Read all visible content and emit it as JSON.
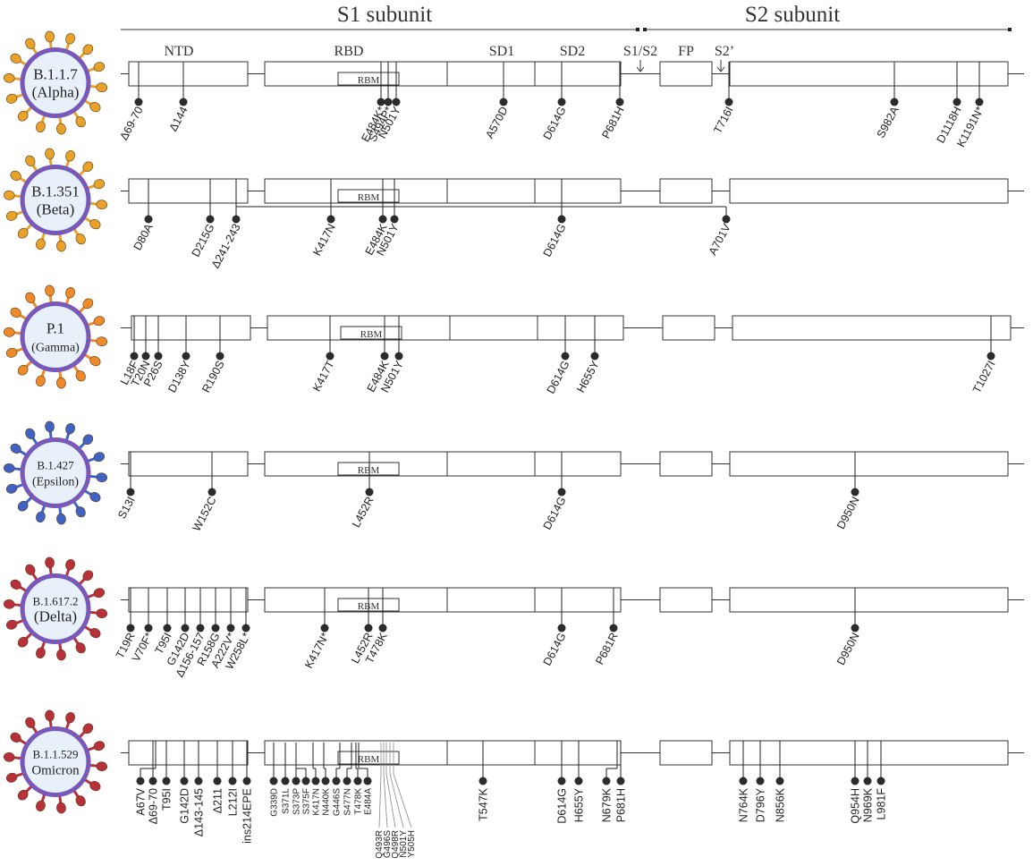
{
  "header": {
    "s1_label": "S1 subunit",
    "s2_label": "S2 subunit",
    "domain_labels": [
      "NTD",
      "RBD",
      "SD1",
      "SD2",
      "S1/S2",
      "FP",
      "S2’"
    ],
    "rbm_label": "RBM"
  },
  "variants": [
    {
      "lineage": "B.1.1.7",
      "name": "(Alpha)",
      "spike_color": "#E8A22A",
      "mutations": [
        "Δ69-70",
        "Δ144",
        "E484K*",
        "S494P*",
        "N501Y",
        "A570D",
        "D614G",
        "P681H",
        "T716I",
        "S982A",
        "D1118H",
        "K1191N*"
      ]
    },
    {
      "lineage": "B.1.351",
      "name": "(Beta)",
      "spike_color": "#E8A22A",
      "mutations": [
        "D80A",
        "D215G",
        "Δ241-243",
        "K417N",
        "E484K",
        "N501Y",
        "D614G",
        "A701V"
      ]
    },
    {
      "lineage": "P.1",
      "name": "(Gamma)",
      "spike_color": "#EE8A2A",
      "mutations": [
        "L18F",
        "T20N",
        "P26S",
        "D138Y",
        "R190S",
        "K417T",
        "E484K",
        "N501Y",
        "D614G",
        "H655Y",
        "T1027I"
      ]
    },
    {
      "lineage": "B.1.427",
      "name": "(Epsilon)",
      "spike_color": "#3F63C4",
      "mutations": [
        "S13I",
        "W152C",
        "L452R",
        "D614G",
        "D950N"
      ]
    },
    {
      "lineage": "B.1.617.2",
      "name": "(Delta)",
      "spike_color": "#B8303A",
      "mutations": [
        "T19R",
        "V70F*",
        "T95I",
        "G142D",
        "Δ156-157",
        "R158G",
        "A222V*",
        "W258L*",
        "K417N*",
        "L452R",
        "T478K",
        "D614G",
        "P681R",
        "D950N"
      ]
    },
    {
      "lineage": "B.1.1.529",
      "name": "Omicron",
      "spike_color": "#B8303A",
      "mutations": [
        "A67V",
        "Δ69-70",
        "T95I",
        "G142D",
        "Δ143-145",
        "Δ211",
        "L212I",
        "ins214EPE",
        "G339D",
        "S371L",
        "S373P",
        "S375F",
        "K417N",
        "N440K",
        "G446S",
        "S477N",
        "T478K",
        "E484A",
        "Q493R",
        "G496S",
        "Q498R",
        "N501Y",
        "Y505H",
        "T547K",
        "D614G",
        "H655Y",
        "N679K",
        "P681H",
        "N764K",
        "D796Y",
        "N856K",
        "Q954H",
        "N969K",
        "L981F"
      ]
    }
  ]
}
